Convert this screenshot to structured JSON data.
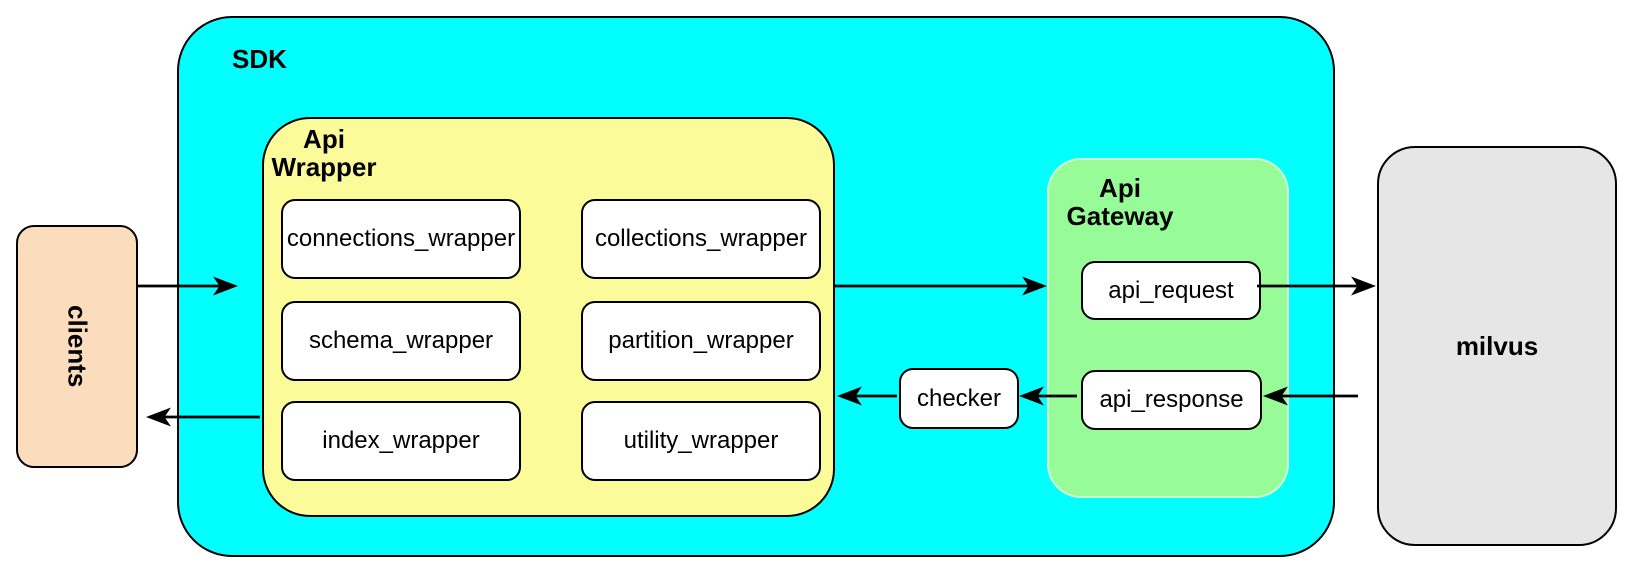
{
  "colors": {
    "background": "#FFFFFF",
    "sdk_fill": "#00FFFF",
    "api_wrapper_fill": "#FBFB9A",
    "api_gateway_fill": "#97FB97",
    "clients_fill": "#FBDCBC",
    "milvus_fill": "#E6E6E6",
    "node_fill": "#FFFFFF",
    "outline": "#000000"
  },
  "nodes": {
    "clients": {
      "label": "clients"
    },
    "sdk": {
      "label": "SDK"
    },
    "api_wrapper": {
      "label": "Api\nWrapper",
      "modules": [
        "connections_wrapper",
        "collections_wrapper",
        "schema_wrapper",
        "partition_wrapper",
        "index_wrapper",
        "utility_wrapper"
      ]
    },
    "checker": {
      "label": "checker"
    },
    "api_gateway": {
      "label": "Api\nGateway",
      "api_request": {
        "label": "api_request"
      },
      "api_response": {
        "label": "api_response"
      }
    },
    "milvus": {
      "label": "milvus"
    }
  },
  "edges": [
    {
      "from": "clients",
      "to": "sdk",
      "direction": "right"
    },
    {
      "from": "api_wrapper",
      "to": "clients",
      "direction": "left"
    },
    {
      "from": "api_wrapper",
      "to": "api_gateway",
      "direction": "right"
    },
    {
      "from": "api_request",
      "to": "milvus",
      "direction": "right"
    },
    {
      "from": "milvus",
      "to": "api_response",
      "direction": "left"
    },
    {
      "from": "api_response",
      "to": "checker",
      "direction": "left"
    },
    {
      "from": "checker",
      "to": "api_wrapper",
      "direction": "left"
    }
  ]
}
